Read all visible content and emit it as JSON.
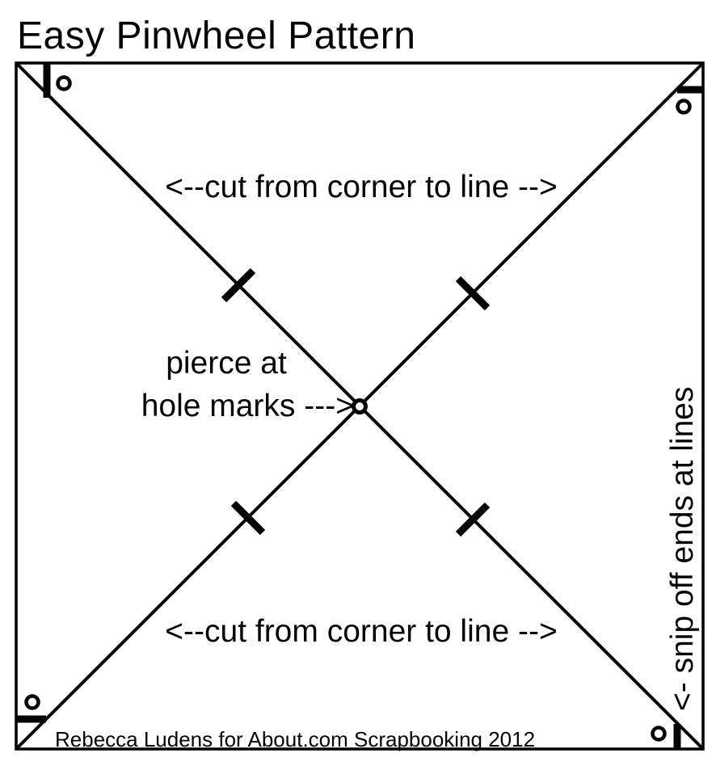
{
  "title": "Easy Pinwheel Pattern",
  "instructions": {
    "cut_top": "<--cut from corner to line -->",
    "cut_bottom": "<--cut from corner to line -->",
    "pierce_line1": "pierce at",
    "pierce_line2": "hole marks --->",
    "snip_side": "<- snip off ends at lines"
  },
  "attribution": "Rebecca Ludens for About.com Scrapbooking 2012",
  "colors": {
    "ink": "#050505",
    "background": "#ffffff"
  },
  "marks": {
    "hole_marks_count": 5,
    "cut_stop_ticks_count": 4,
    "corner_snip_marks_count": 4
  }
}
